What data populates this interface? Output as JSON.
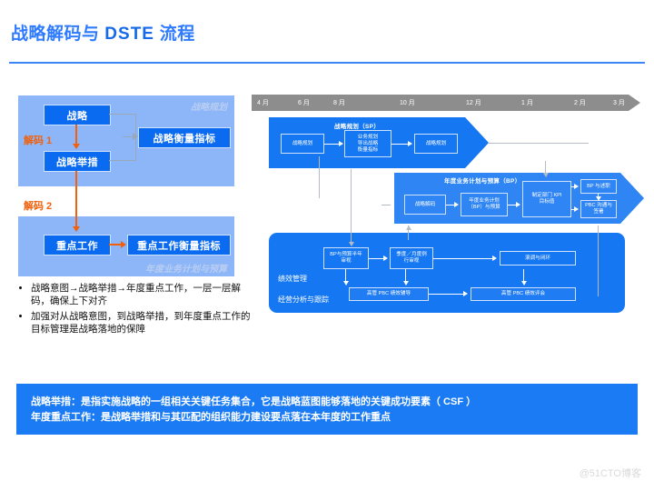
{
  "title": {
    "prefix": "战略解码与",
    "latin": "DSTE",
    "suffix": "流程"
  },
  "colors": {
    "accent_blue": "#2f7bff",
    "panel_light_blue": "#8cb6f7",
    "box_blue": "#0a6af0",
    "band_blue": "#1577f2",
    "band_blue_2": "#2f85f4",
    "decode_orange": "#f2600c",
    "timeline_gray": "#8d8d8d",
    "note_blue": "#1a7bf5"
  },
  "left_diagram": {
    "sp_panel_label": "战略规划",
    "bp_panel_label": "年度业务计划与预算",
    "decode1": "解码 1",
    "decode2": "解码 2",
    "boxes": {
      "strategy": "战略",
      "strategy_action": "战略举措",
      "strategy_kpi": "战略衡量指标",
      "key_work": "重点工作",
      "key_work_kpi": "重点工作衡量指标"
    }
  },
  "bullets": [
    "战略意图→战略举措→年度重点工作，一层一层解码，确保上下对齐",
    "加强对从战略意图，到战略举措，到年度重点工作的目标管理是战略落地的保障"
  ],
  "timeline": {
    "marks": [
      "4 月",
      "6 月",
      "8 月",
      "10 月",
      "12 月",
      "1 月",
      "2 月",
      "3 月"
    ]
  },
  "right_diagram": {
    "band1": {
      "title": "战略规划（SP）",
      "boxes": [
        "战略规划",
        "业务规划\n导出战略\n衡量指标",
        "战略规划"
      ]
    },
    "band2": {
      "title": "年度业务计划与预算（BP）",
      "boxes": [
        "战略解码",
        "年度业务计划\n（BP）与预算",
        "制定部门 KPI\n目标值",
        "BP 与述职",
        "PBC 沟通与\n签署"
      ]
    },
    "band3": {
      "side_label_1": "绩效管理",
      "side_label_2": "经营分析与跟踪",
      "boxes": [
        "BP与预算半年\n审视",
        "季度／月度例\n行审视",
        "滚调与闭环",
        "高管 PBC 绩效辅导",
        "高管 PBC 绩效评会"
      ]
    }
  },
  "note": {
    "line1": "战略举措：是指实施战略的一组相关关键任务集合，它是战略蓝图能够落地的关键成功要素（ CSF ）",
    "line2": "年度重点工作：是战略举措和与其匹配的组织能力建设要点落在本年度的工作重点"
  },
  "watermark": "@51CTO博客"
}
